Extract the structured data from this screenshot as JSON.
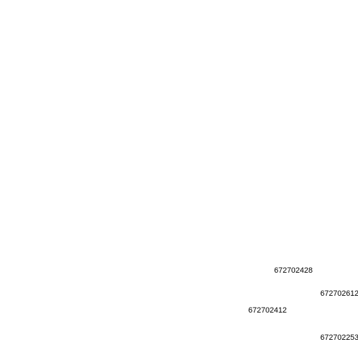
{
  "labels": [
    {
      "text": "672702428"
    },
    {
      "text": "672702612"
    },
    {
      "text": "672702412"
    },
    {
      "text": "672702253"
    }
  ]
}
